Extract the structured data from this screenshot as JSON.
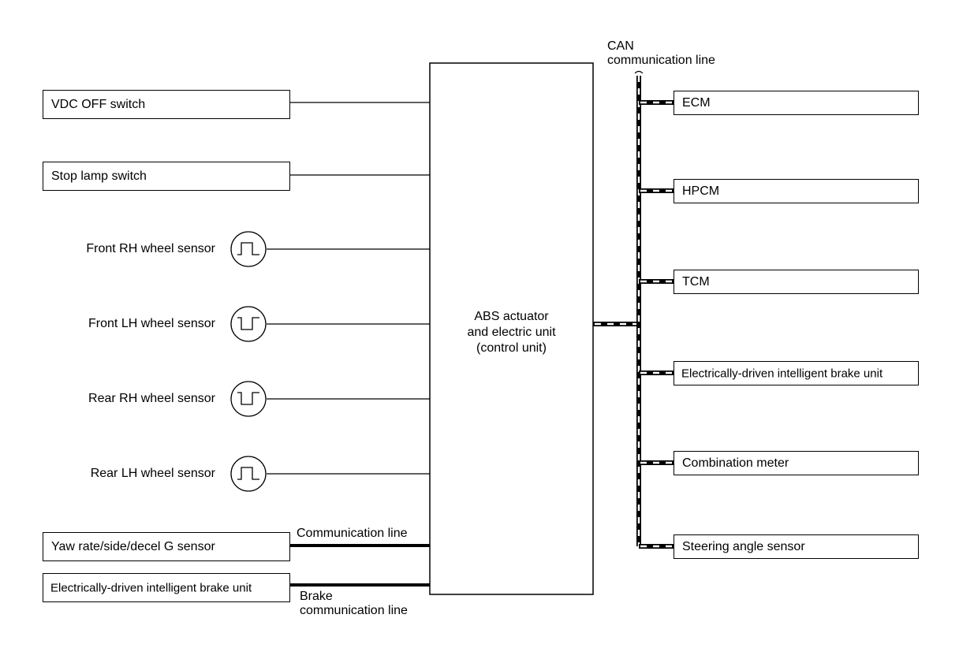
{
  "inputs": {
    "vdc_off_switch": "VDC OFF switch",
    "stop_lamp_switch": "Stop lamp switch",
    "front_rh": "Front RH wheel sensor",
    "front_lh": "Front LH wheel sensor",
    "rear_rh": "Rear RH wheel sensor",
    "rear_lh": "Rear LH wheel sensor",
    "yaw_sensor": "Yaw rate/side/decel G sensor",
    "brake_unit_left": "Electrically-driven intelligent brake unit"
  },
  "center": {
    "line1": "ABS actuator",
    "line2": "and electric unit",
    "line3": "(control unit)"
  },
  "lines": {
    "communication_line": "Communication line",
    "brake_comm_line1": "Brake",
    "brake_comm_line2": "communication line",
    "can_line1": "CAN",
    "can_line2": "communication line"
  },
  "outputs": {
    "ecm": "ECM",
    "hpcm": "HPCM",
    "tcm": "TCM",
    "brake_unit_right": "Electrically-driven intelligent brake unit",
    "combination_meter": "Combination meter",
    "steering_angle_sensor": "Steering angle sensor"
  }
}
